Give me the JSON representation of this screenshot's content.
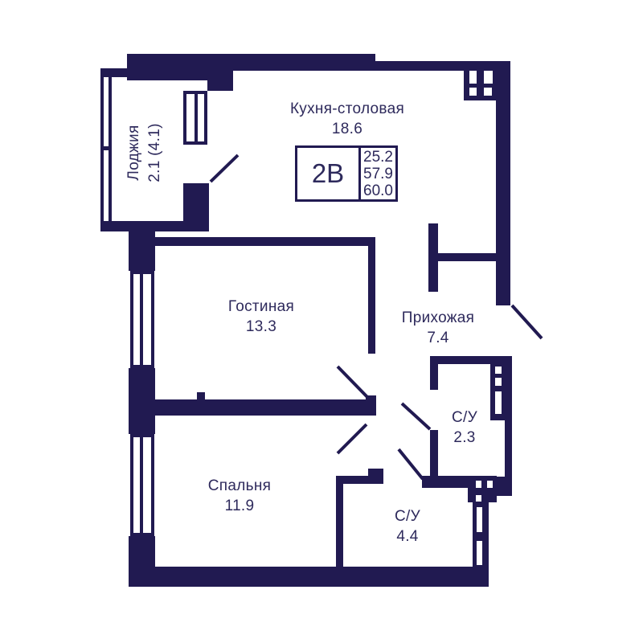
{
  "plan": {
    "apartment_type": "2В",
    "info_box": {
      "type_label": "2В",
      "area_values": [
        "25.2",
        "57.9",
        "60.0"
      ]
    },
    "rooms": [
      {
        "id": "kitchen",
        "name": "Кухня-столовая",
        "area": "18.6"
      },
      {
        "id": "living-room",
        "name": "Гостиная",
        "area": "13.3"
      },
      {
        "id": "hallway",
        "name": "Прихожая",
        "area": "7.4"
      },
      {
        "id": "bedroom",
        "name": "Спальня",
        "area": "11.9"
      },
      {
        "id": "bathroom-small",
        "name": "С/У",
        "area": "2.3"
      },
      {
        "id": "bathroom-big",
        "name": "С/У",
        "area": "4.4"
      },
      {
        "id": "loggia",
        "name": "Лоджия",
        "area": "2.1 (4.1)"
      }
    ],
    "colors": {
      "wall": "#211a51",
      "text": "#2e2a5c",
      "background": "#ffffff"
    }
  }
}
